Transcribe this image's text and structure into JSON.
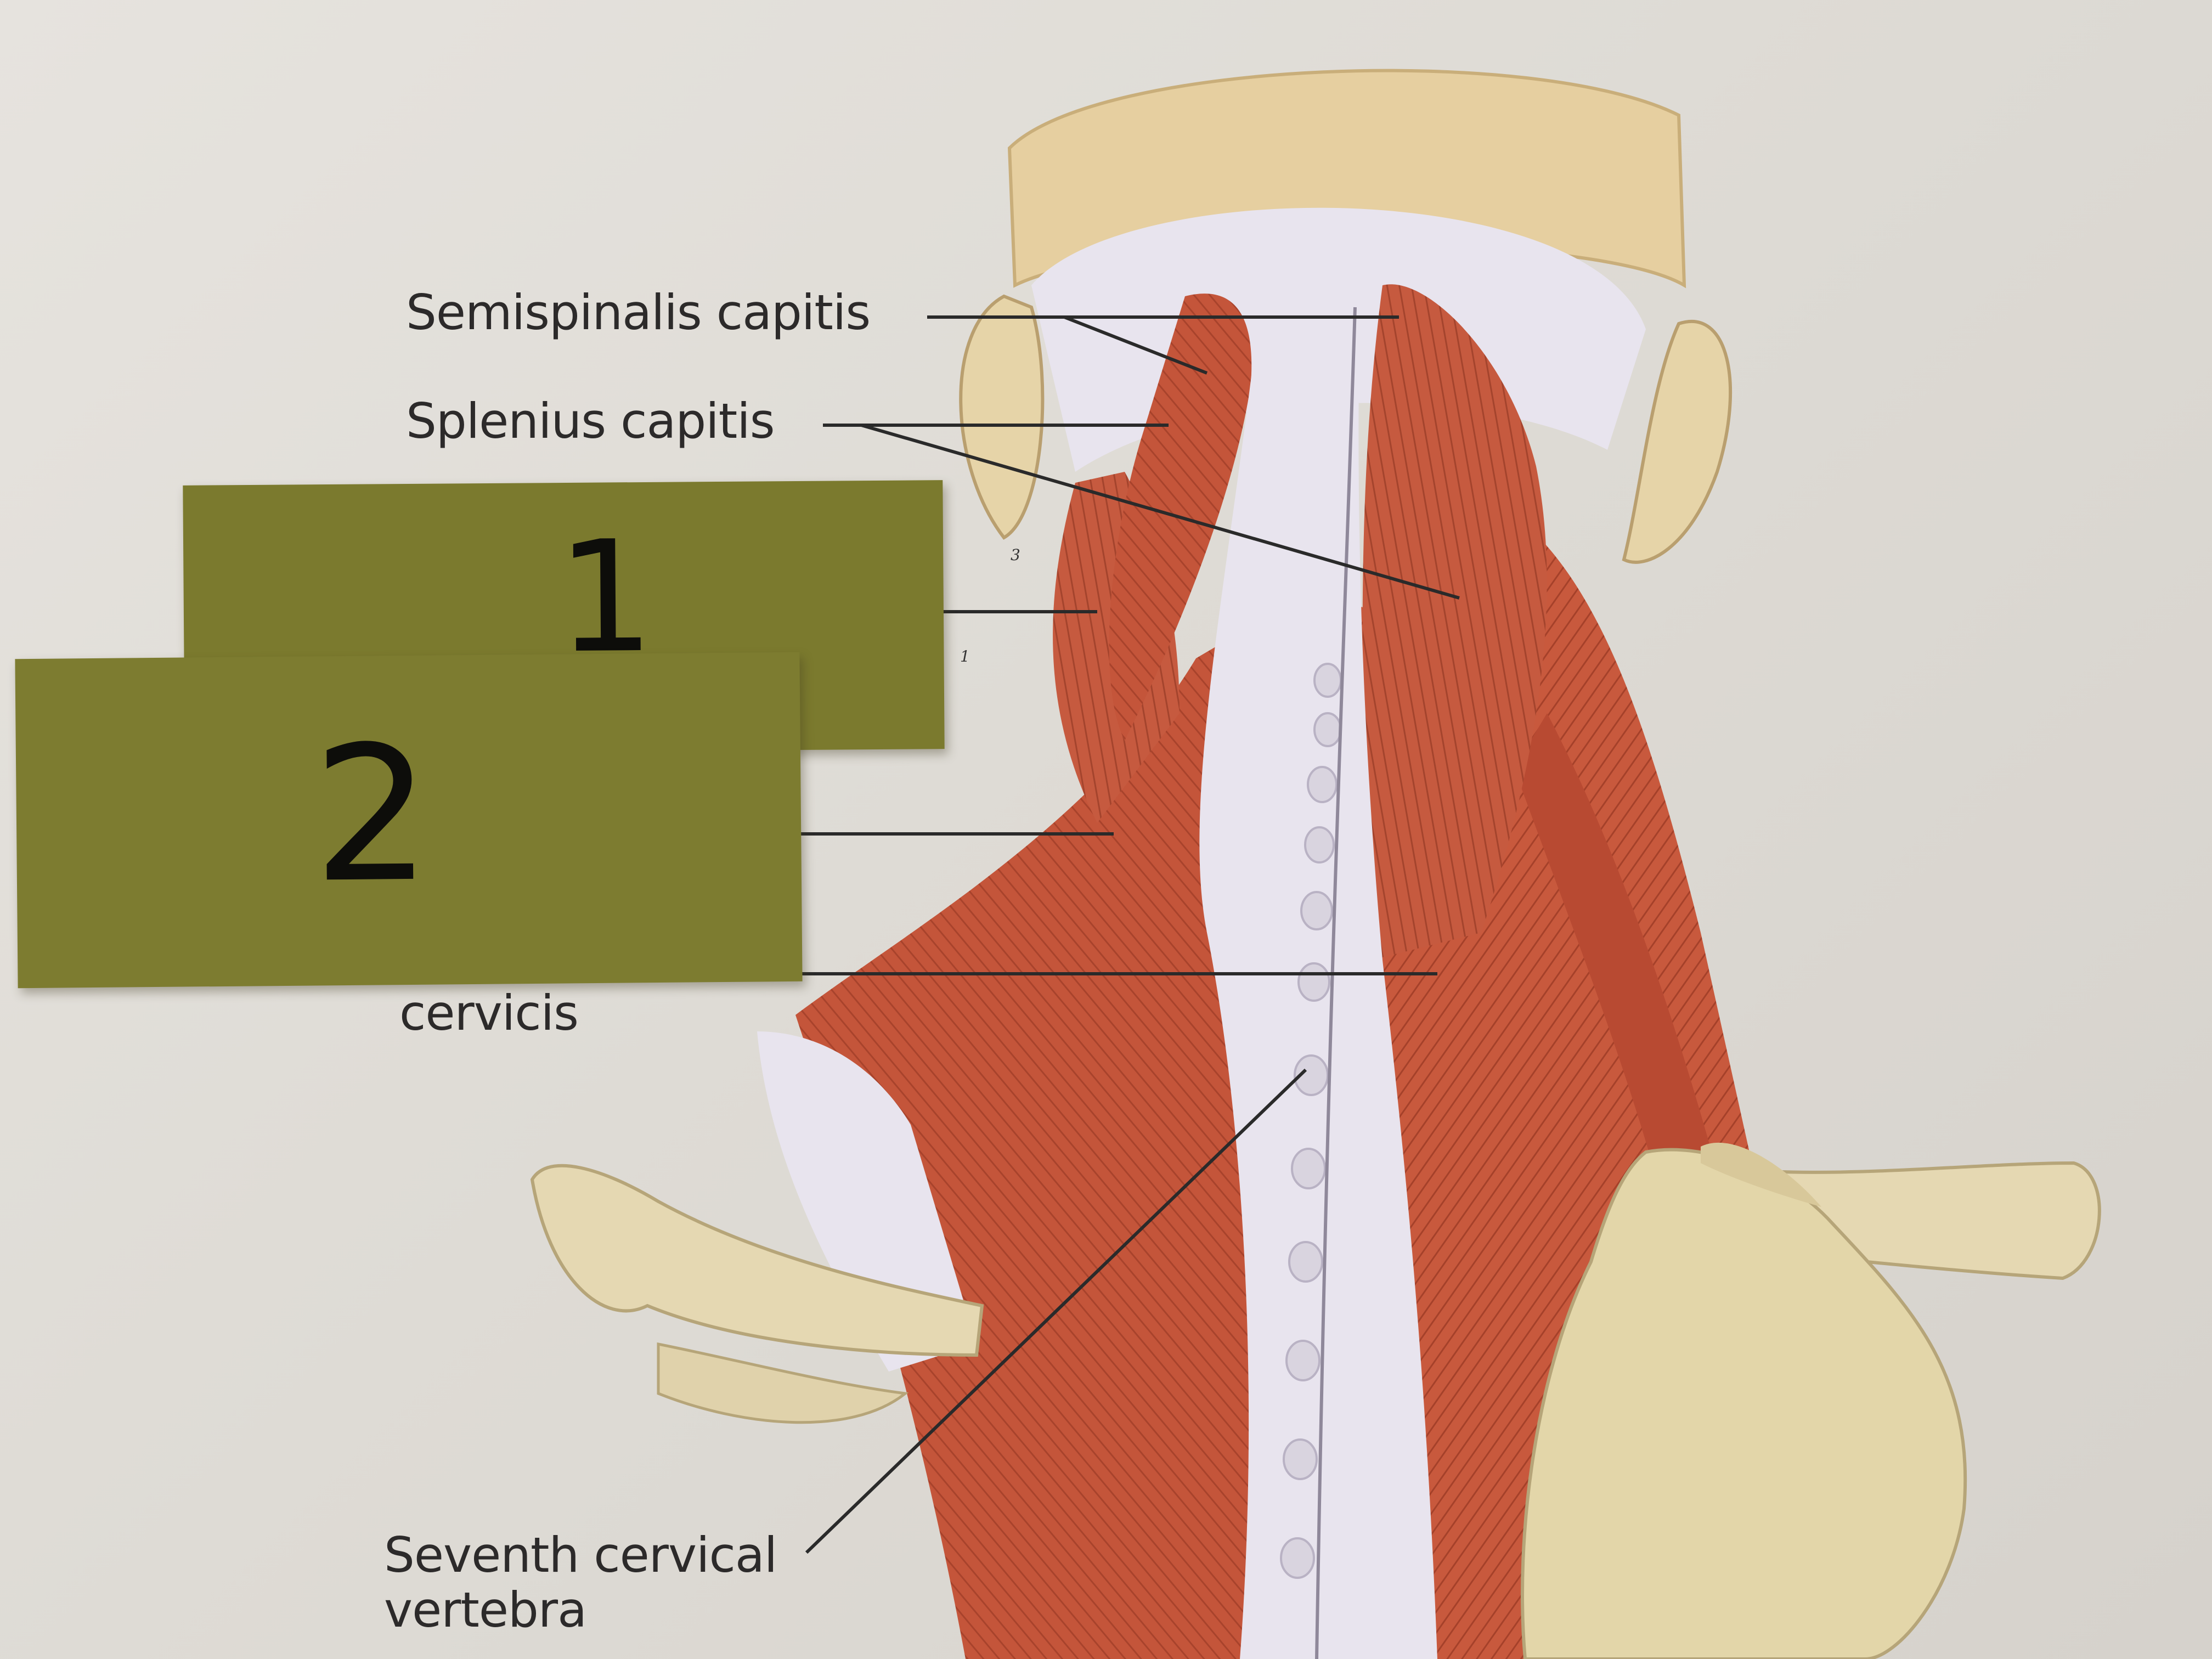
{
  "labels": {
    "semispinalis": "Semispinalis capitis",
    "splenius_capitis": "Splenius capitis",
    "splenius_cervicis_line2": "cervicis",
    "seventh_line1": "Seventh cervical",
    "seventh_line2": "vertebra"
  },
  "sticky_notes": {
    "note1": "1",
    "note2": "2"
  },
  "small_marks": {
    "mark_a": "3",
    "mark_b": "1"
  },
  "colors": {
    "muscle": "#c4553a",
    "muscle_dark": "#9e3b26",
    "bone": "#e3d3a8",
    "fascia": "#e8e4ee",
    "sticky_note": "#7b7a2e",
    "page": "#e3e0da"
  }
}
